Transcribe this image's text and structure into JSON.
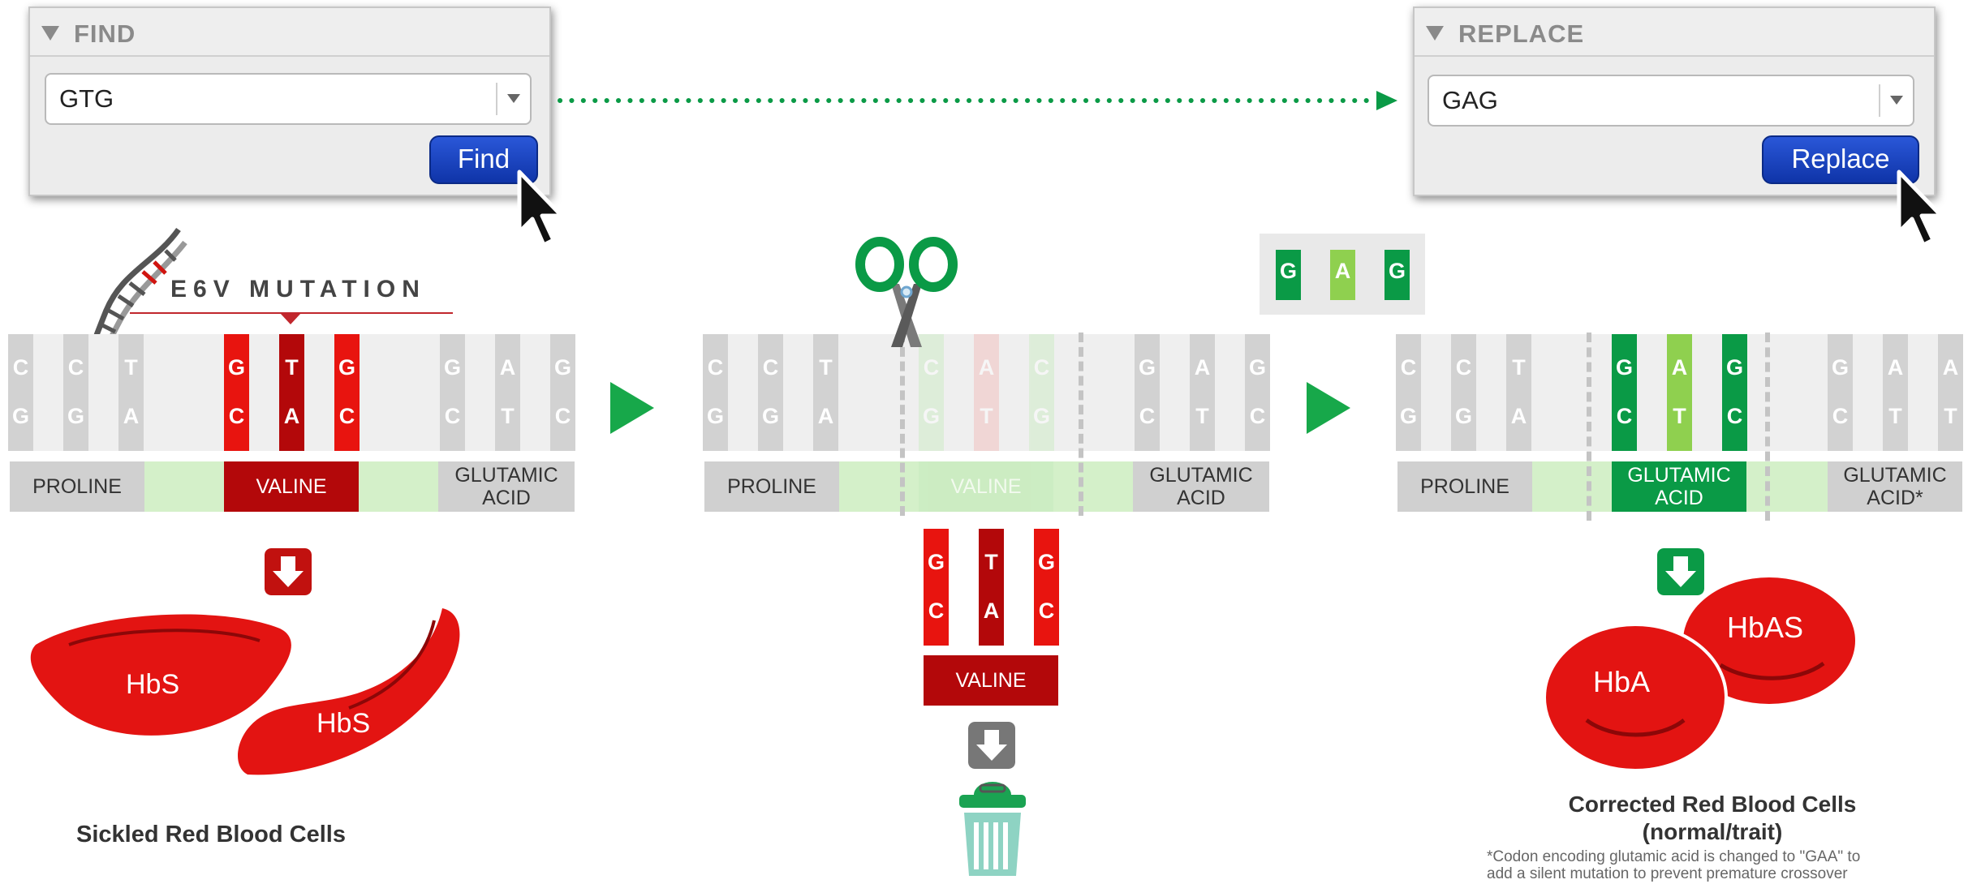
{
  "find_panel": {
    "title": "FIND",
    "query": "GTG",
    "button_label": "Find"
  },
  "replace_panel": {
    "title": "REPLACE",
    "query": "GAG",
    "button_label": "Replace"
  },
  "mutation_label": "E6V MUTATION",
  "left_sequence": {
    "top": [
      "C",
      "C",
      "T",
      "G",
      "T",
      "G",
      "G",
      "A",
      "G"
    ],
    "bottom": [
      "G",
      "G",
      "A",
      "C",
      "A",
      "C",
      "C",
      "T",
      "C"
    ],
    "amino_acids": [
      "PROLINE",
      "VALINE",
      "GLUTAMIC ACID"
    ]
  },
  "middle_sequence": {
    "top": [
      "C",
      "C",
      "T",
      "C",
      "A",
      "C",
      "G",
      "A",
      "G"
    ],
    "bottom": [
      "G",
      "G",
      "A",
      "G",
      "T",
      "G",
      "C",
      "T",
      "C"
    ],
    "amino_acids": [
      "PROLINE",
      "VALINE",
      "GLUTAMIC ACID"
    ],
    "excised_top": [
      "G",
      "T",
      "G"
    ],
    "excised_bottom": [
      "C",
      "A",
      "C"
    ],
    "excised_amino_acid": "VALINE"
  },
  "donor_template": [
    "G",
    "A",
    "G"
  ],
  "right_sequence": {
    "top": [
      "C",
      "C",
      "T",
      "G",
      "A",
      "G",
      "G",
      "A",
      "A"
    ],
    "bottom": [
      "G",
      "G",
      "A",
      "C",
      "T",
      "C",
      "C",
      "T",
      "T"
    ],
    "amino_acids": [
      "PROLINE",
      "GLUTAMIC ACID",
      "GLUTAMIC ACID*"
    ]
  },
  "cells_left": {
    "labels": [
      "HbS",
      "HbS"
    ],
    "caption": "Sickled Red Blood Cells"
  },
  "cells_right": {
    "labels": [
      "HbA",
      "HbAS"
    ],
    "caption_line1": "Corrected Red Blood Cells",
    "caption_line2": "(normal/trait)",
    "footnote_line1": "*Codon encoding glutamic acid is changed to \"GAA\" to",
    "footnote_line2": "add a silent mutation to prevent premature crossover"
  },
  "colors": {
    "mutation_red": "#e8140f",
    "dark_red": "#b3080a",
    "green": "#0a9a46",
    "light_green": "#8fd04f",
    "pale_green": "#d4f0c9",
    "arrow_green": "#17a84a",
    "button_blue": "#1a43c0",
    "grey_nuc": "#d2d2d2",
    "grey_aa": "#d0d0d0"
  },
  "icons": [
    "dna-icon",
    "scissors-icon",
    "trash-icon",
    "cursor-icon",
    "down-arrow-icon",
    "right-arrow-icon"
  ]
}
